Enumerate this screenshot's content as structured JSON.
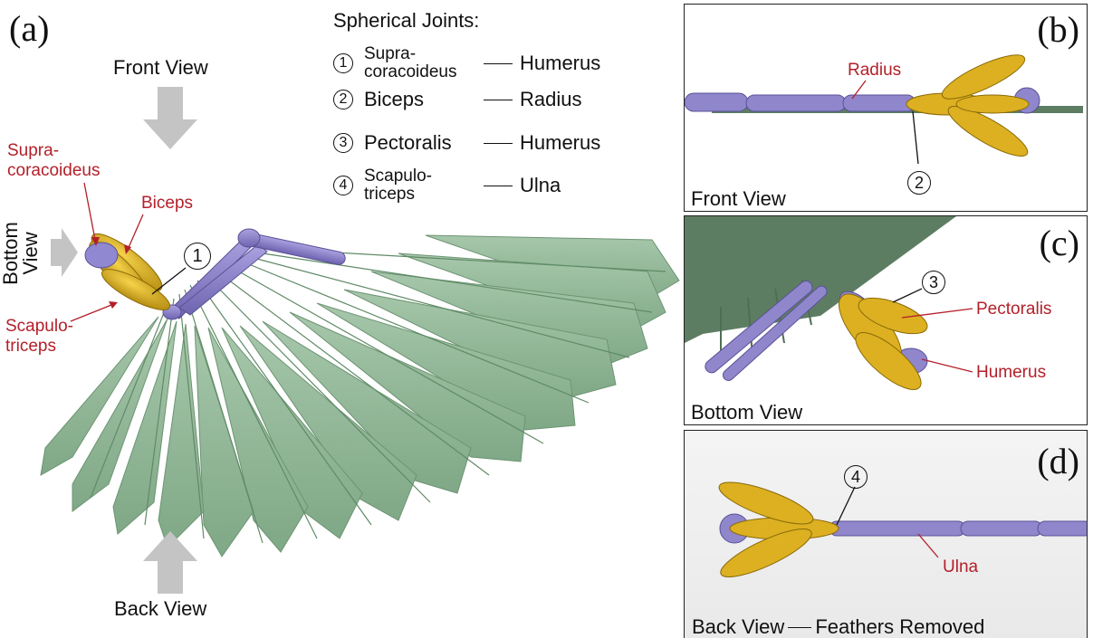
{
  "panel_a": {
    "letter": "(a)",
    "front_view": "Front View",
    "back_view": "Back View",
    "bottom_view_l1": "Bottom",
    "bottom_view_l2": "View",
    "labels": {
      "supra_l1": "Supra-",
      "supra_l2": "coracoideus",
      "biceps": "Biceps",
      "scap_l1": "Scapulo-",
      "scap_l2": "triceps"
    },
    "joint_marker": "1"
  },
  "legend": {
    "title": "Spherical Joints:",
    "joints": [
      {
        "num": "1",
        "muscle_l1": "Supra-",
        "muscle_l2": "coracoideus",
        "bone": "Humerus"
      },
      {
        "num": "2",
        "muscle_l1": "Biceps",
        "muscle_l2": "",
        "bone": "Radius"
      },
      {
        "num": "3",
        "muscle_l1": "Pectoralis",
        "muscle_l2": "",
        "bone": "Humerus"
      },
      {
        "num": "4",
        "muscle_l1": "Scapulo-",
        "muscle_l2": "triceps",
        "bone": "Ulna"
      }
    ]
  },
  "panel_b": {
    "letter": "(b)",
    "caption": "Front View",
    "label": "Radius",
    "joint": "2"
  },
  "panel_c": {
    "letter": "(c)",
    "caption": "Bottom View",
    "label_1": "Pectoralis",
    "label_2": "Humerus",
    "joint": "3"
  },
  "panel_d": {
    "letter": "(d)",
    "caption": "Back View",
    "caption_2": "Feathers Removed",
    "label": "Ulna",
    "joint": "4"
  },
  "colors": {
    "bone": "#8f86cc",
    "muscle": "#dcb021",
    "feather": "#8fb596",
    "annotation": "#b3202a",
    "arrow": "#bdbdbd"
  }
}
